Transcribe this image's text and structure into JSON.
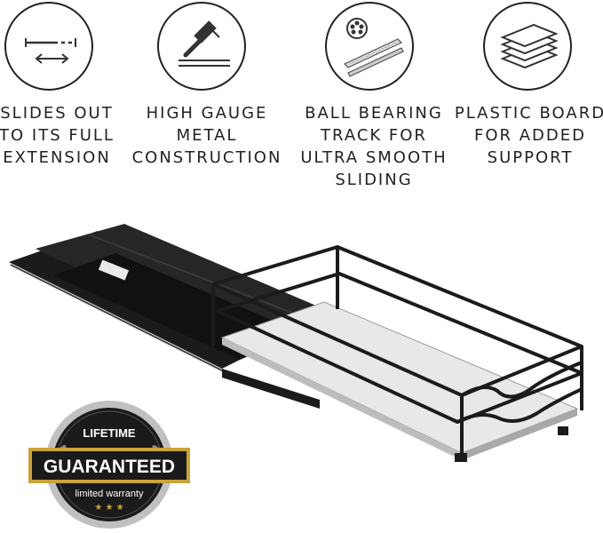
{
  "features": [
    {
      "icon": "extension-slide-icon",
      "lines": [
        "SLIDES OUT",
        "TO ITS FULL",
        "EXTENSION"
      ]
    },
    {
      "icon": "hammer-metal-icon",
      "lines": [
        "HIGH GAUGE",
        "METAL",
        "CONSTRUCTION"
      ]
    },
    {
      "icon": "ball-bearing-track-icon",
      "lines": [
        "BALL BEARING",
        "TRACK FOR",
        "ULTRA SMOOTH",
        "SLIDING"
      ]
    },
    {
      "icon": "stacked-boards-icon",
      "lines": [
        "PLASTIC BOARD",
        "FOR ADDED",
        "SUPPORT"
      ]
    }
  ],
  "badge": {
    "top_text": "LIFETIME",
    "main_text": "GUARANTEED",
    "bottom_text": "limited warranty",
    "stars": "★ ★ ★",
    "colors": {
      "gold": "#c9a33a",
      "dark": "#1a1a1a",
      "silver": "#bcbcbc"
    }
  },
  "product": {
    "image": "pull-out-wire-basket-drawer",
    "colors": {
      "frame": "#1b1b1b",
      "board": "#e8e8e8"
    }
  }
}
